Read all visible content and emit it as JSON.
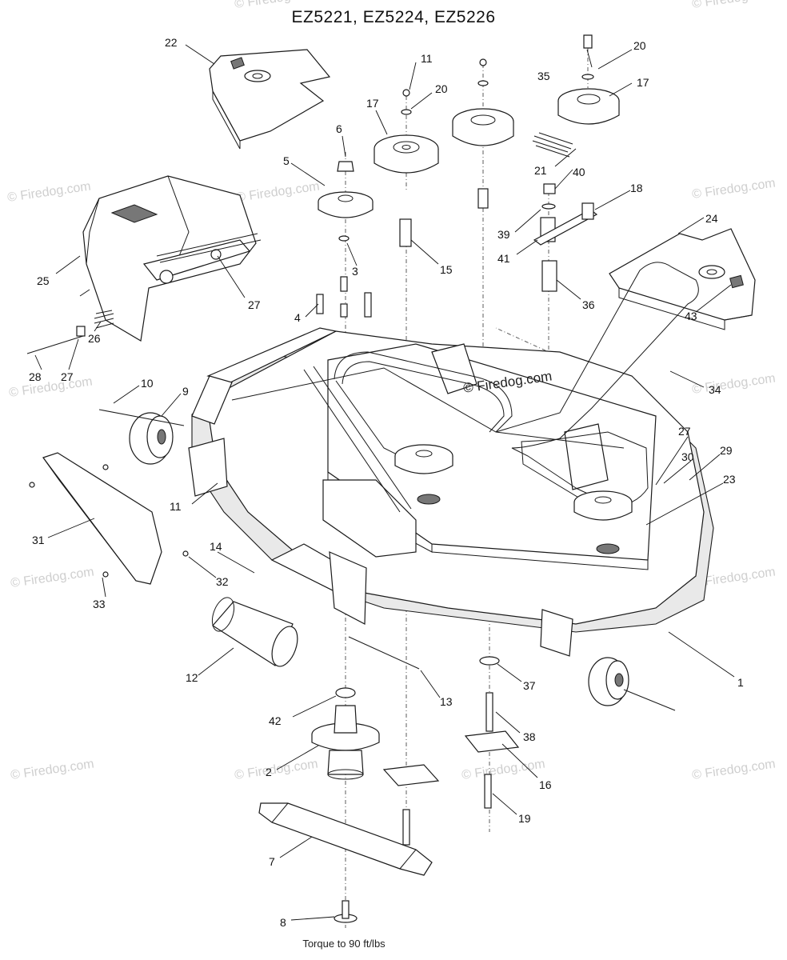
{
  "title": "EZ5221, EZ5224, EZ5226",
  "footnote": "Torque to 90 ft/lbs",
  "credit": "© Firedog.com",
  "watermark": "© Firedog.com",
  "callouts": {
    "c1": "1",
    "c2": "2",
    "c3": "3",
    "c4": "4",
    "c5": "5",
    "c6": "6",
    "c7": "7",
    "c8": "8",
    "c9": "9",
    "c10": "10",
    "c11a": "11",
    "c11b": "11",
    "c12": "12",
    "c13": "13",
    "c14": "14",
    "c15": "15",
    "c16": "16",
    "c17a": "17",
    "c17b": "17",
    "c18": "18",
    "c19": "19",
    "c20a": "20",
    "c20b": "20",
    "c21": "21",
    "c22": "22",
    "c23": "23",
    "c24": "24",
    "c25": "25",
    "c26": "26",
    "c27a": "27",
    "c27b": "27",
    "c27c": "27",
    "c28": "28",
    "c29": "29",
    "c30": "30",
    "c31": "31",
    "c32": "32",
    "c33": "33",
    "c34": "34",
    "c35": "35",
    "c36": "36",
    "c37": "37",
    "c38": "38",
    "c39": "39",
    "c40": "40",
    "c41": "41",
    "c42": "42",
    "c43": "43"
  }
}
